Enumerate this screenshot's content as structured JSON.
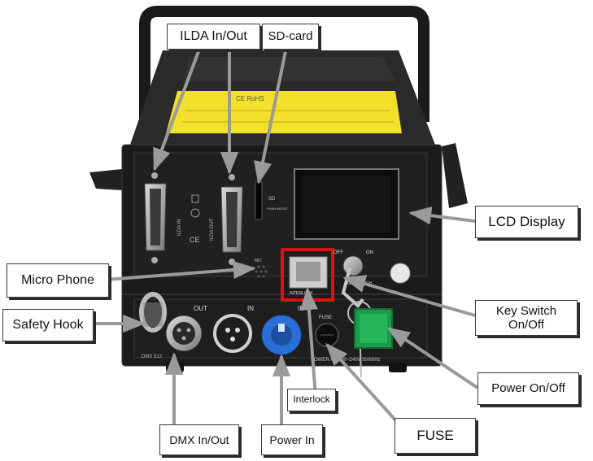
{
  "callouts": {
    "ilda": "ILDA In/Out",
    "sdcard": "SD-card",
    "lcd": "LCD  Display",
    "micro": "Micro Phone",
    "safety": "Safety Hook",
    "key_line1": "Key Switch",
    "key_line2": "On/Off",
    "power_onoff": "Power On/Off",
    "interlock": "Interlock",
    "fuse": "FUSE",
    "dmx": "DMX In/Out",
    "power_in": "Power In"
  },
  "device_labels": {
    "sticker": "CE RoHS",
    "ilda_in": "ILDA IN",
    "ilda_out": "ILDA OUT",
    "ce": "CE",
    "sd": "SD",
    "push": "PUSH IN/OUT",
    "mic": "MIC",
    "off": "OFF",
    "on": "ON",
    "interlock_port": "INTERLOCK",
    "key_switch": "KEY SWITCH",
    "out": "OUT",
    "in": "IN",
    "in2": "IN",
    "fuse": "FUSE",
    "dmx512": "DMX 512",
    "power_rating": "POWER AC 100~240V  50/60Hz"
  },
  "colors": {
    "highlight": "#e01010",
    "sticker": "#f2e02a",
    "power_connector": "#2a6fd6",
    "rocker_switch": "#1d9a4a"
  }
}
